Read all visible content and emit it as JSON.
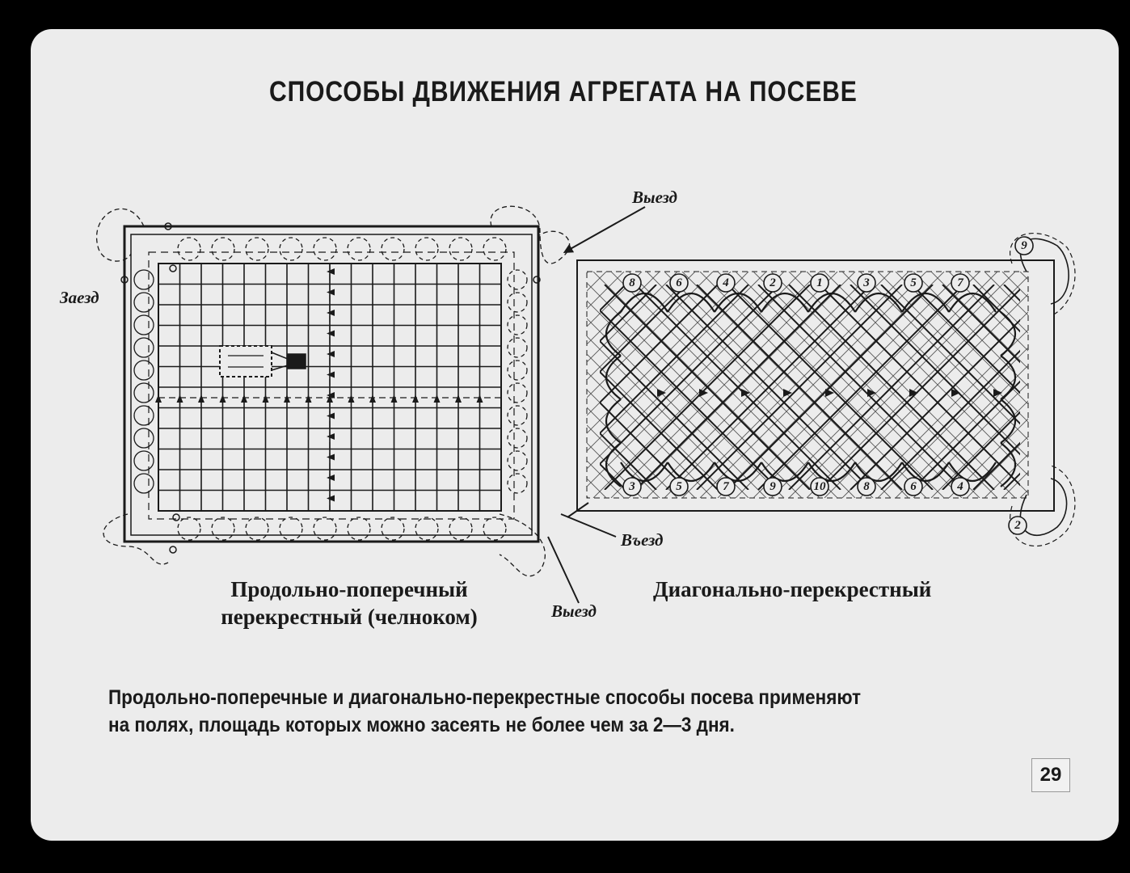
{
  "title": "СПОСОБЫ ДВИЖЕНИЯ АГРЕГАТА НА ПОСЕВЕ",
  "left_diagram": {
    "label_entry": "Заезд",
    "label_exit": "Выезд",
    "caption_line1": "Продольно-поперечный",
    "caption_line2": "перекрестный (челноком)"
  },
  "right_diagram": {
    "label_exit_top": "Выезд",
    "label_entry": "Въезд",
    "caption": "Диагонально-перекрестный",
    "top_numbers": [
      "8",
      "6",
      "4",
      "2",
      "1",
      "3",
      "5",
      "7"
    ],
    "bottom_numbers": [
      "3",
      "5",
      "7",
      "9",
      "10",
      "8",
      "6",
      "4"
    ],
    "corner_top_right": "9",
    "corner_bottom_right": "2"
  },
  "bottom_text": {
    "line1": "Продольно-поперечные и диагонально-перекрестные способы посева применяют",
    "line2": "на полях, площадь которых можно засеять не более чем за 2—3 дня."
  },
  "page_number": "29"
}
